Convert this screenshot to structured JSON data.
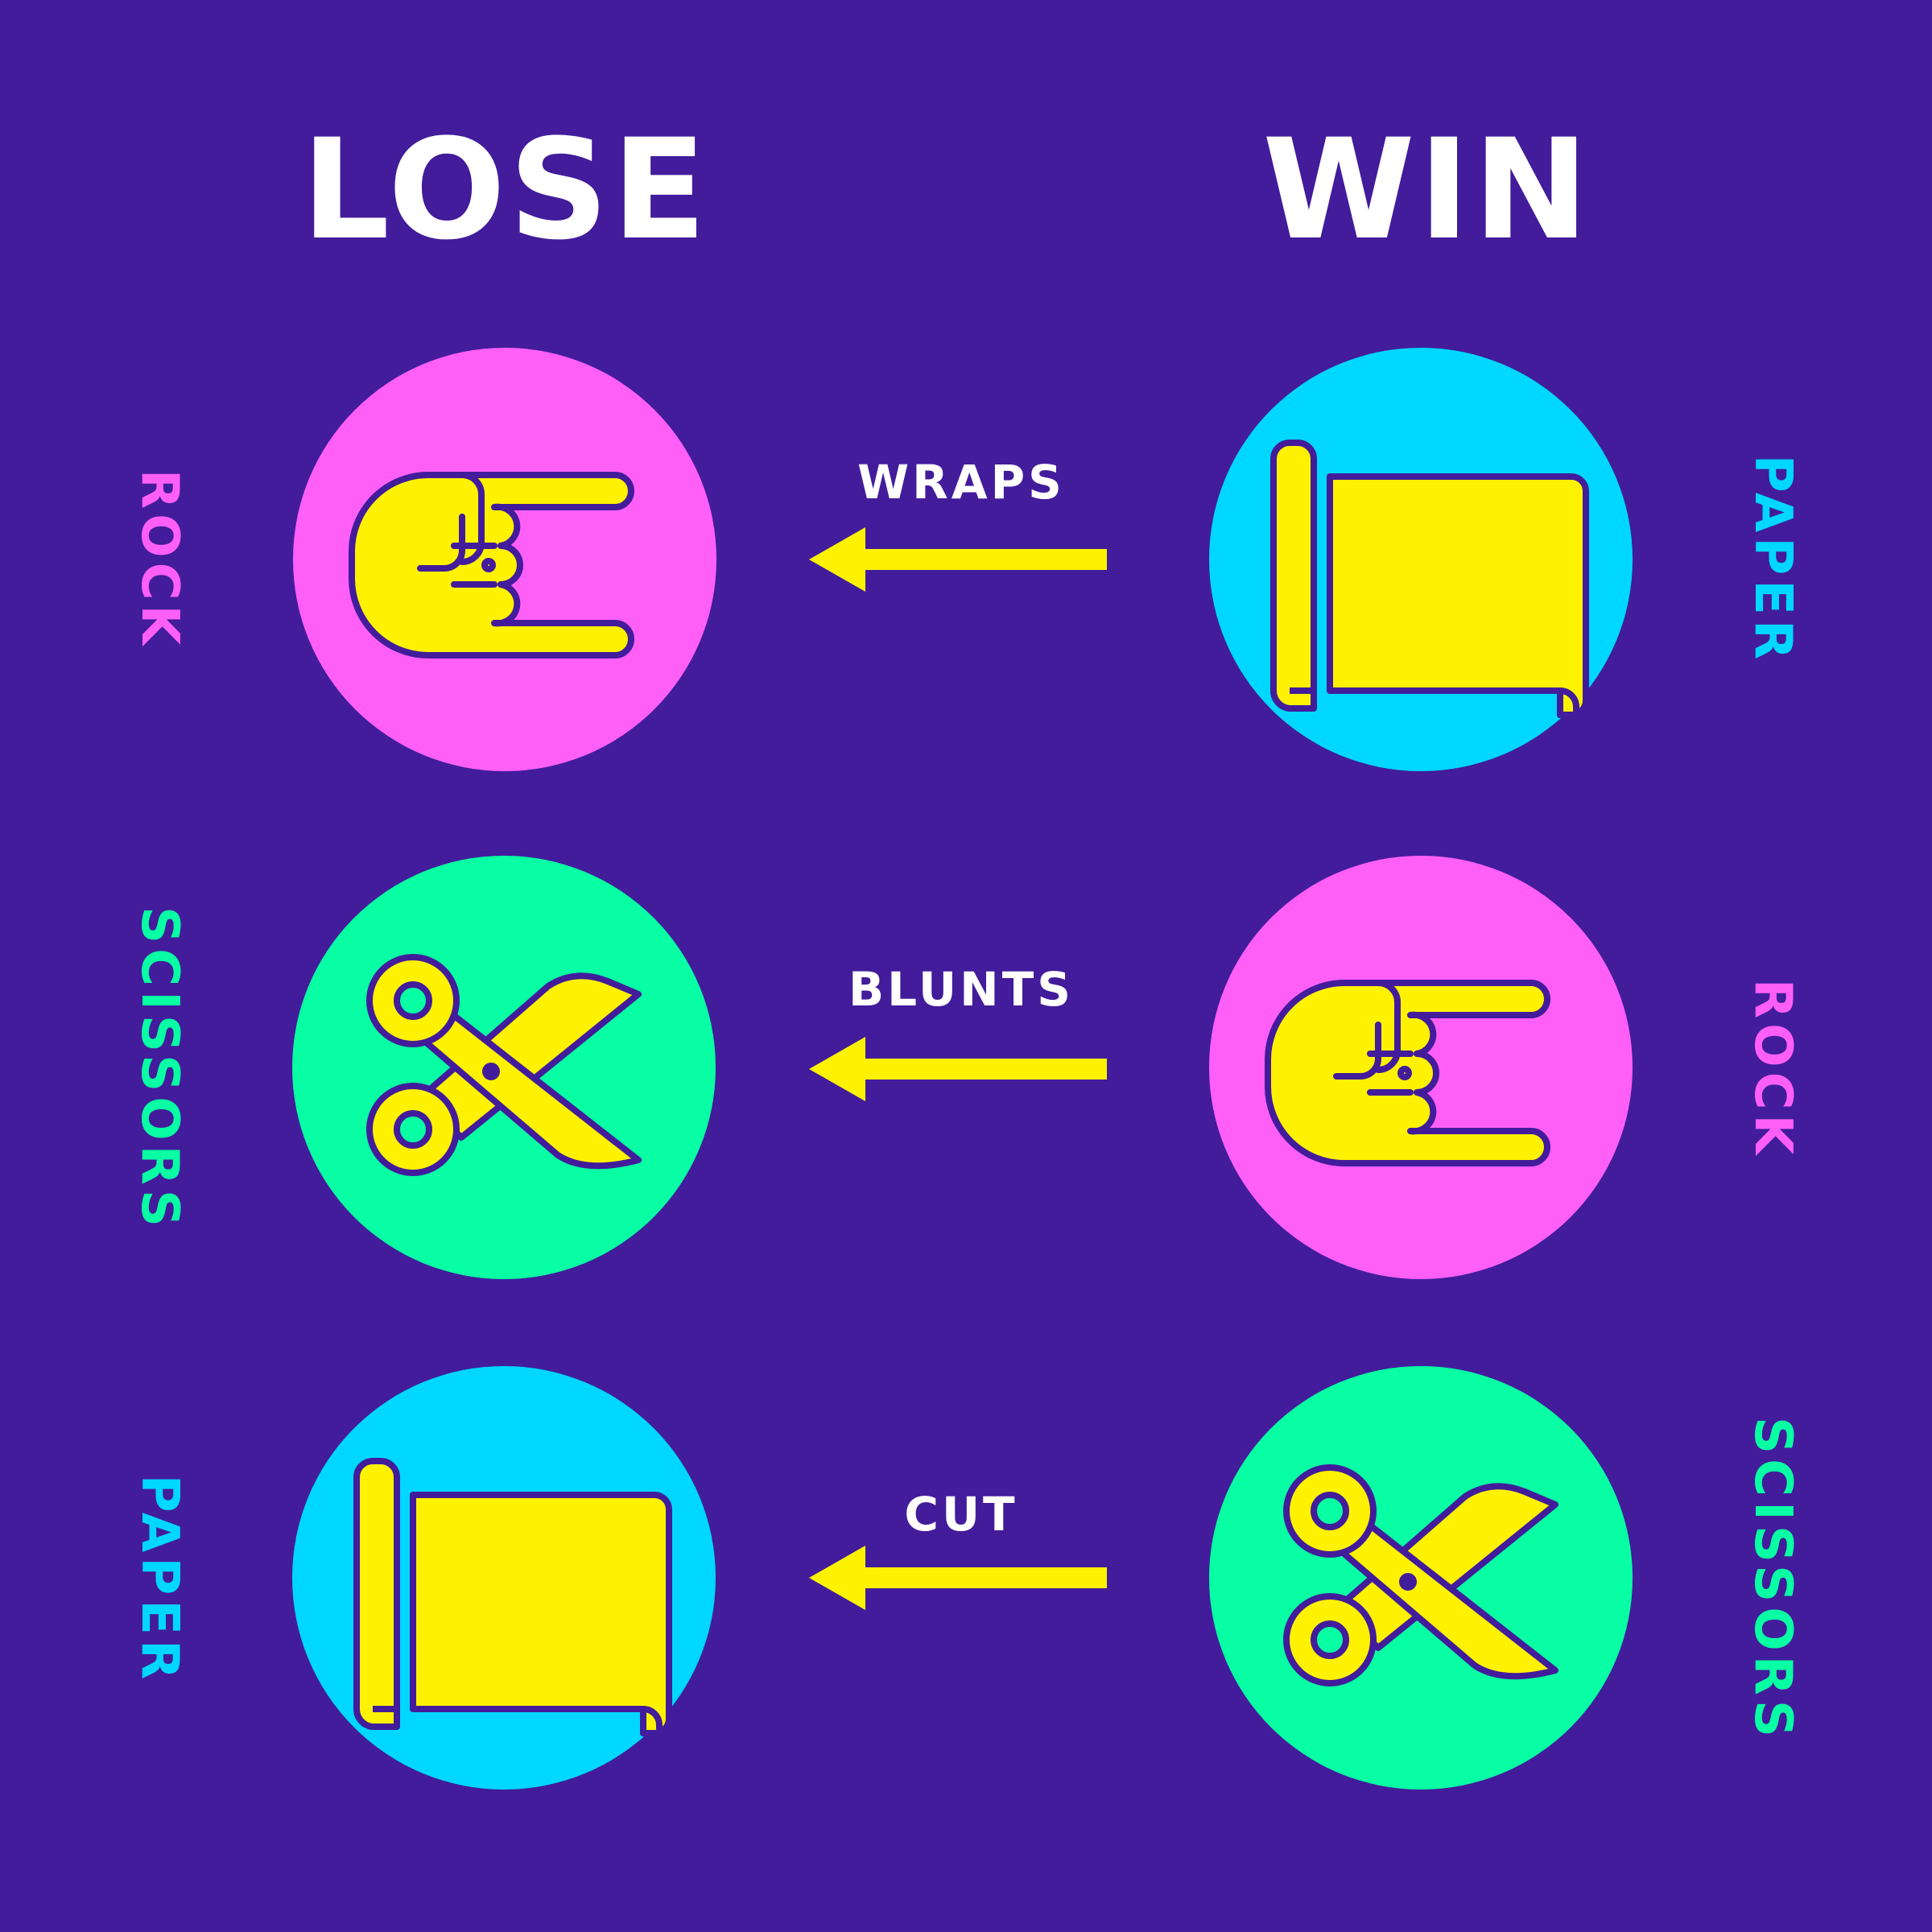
{
  "headings": {
    "lose": "LOSE",
    "win": "WIN"
  },
  "colors": {
    "background": "#421c9b",
    "rock": "#ff5ff7",
    "paper": "#00d7ff",
    "scissors": "#08ffa3",
    "icon_fill": "#fff200",
    "icon_stroke": "#421c9b"
  },
  "rows": [
    {
      "lose": "ROCK",
      "verb": "WRAPS",
      "win": "PAPER"
    },
    {
      "lose": "SCISSORS",
      "verb": "BLUNTS",
      "win": "ROCK"
    },
    {
      "lose": "PAPER",
      "verb": "CUT",
      "win": "SCISSORS"
    }
  ],
  "icons": {
    "rock": "rock-hand-icon",
    "paper": "paper-scroll-icon",
    "scissors": "scissors-icon",
    "arrow": "arrow-left-icon"
  }
}
